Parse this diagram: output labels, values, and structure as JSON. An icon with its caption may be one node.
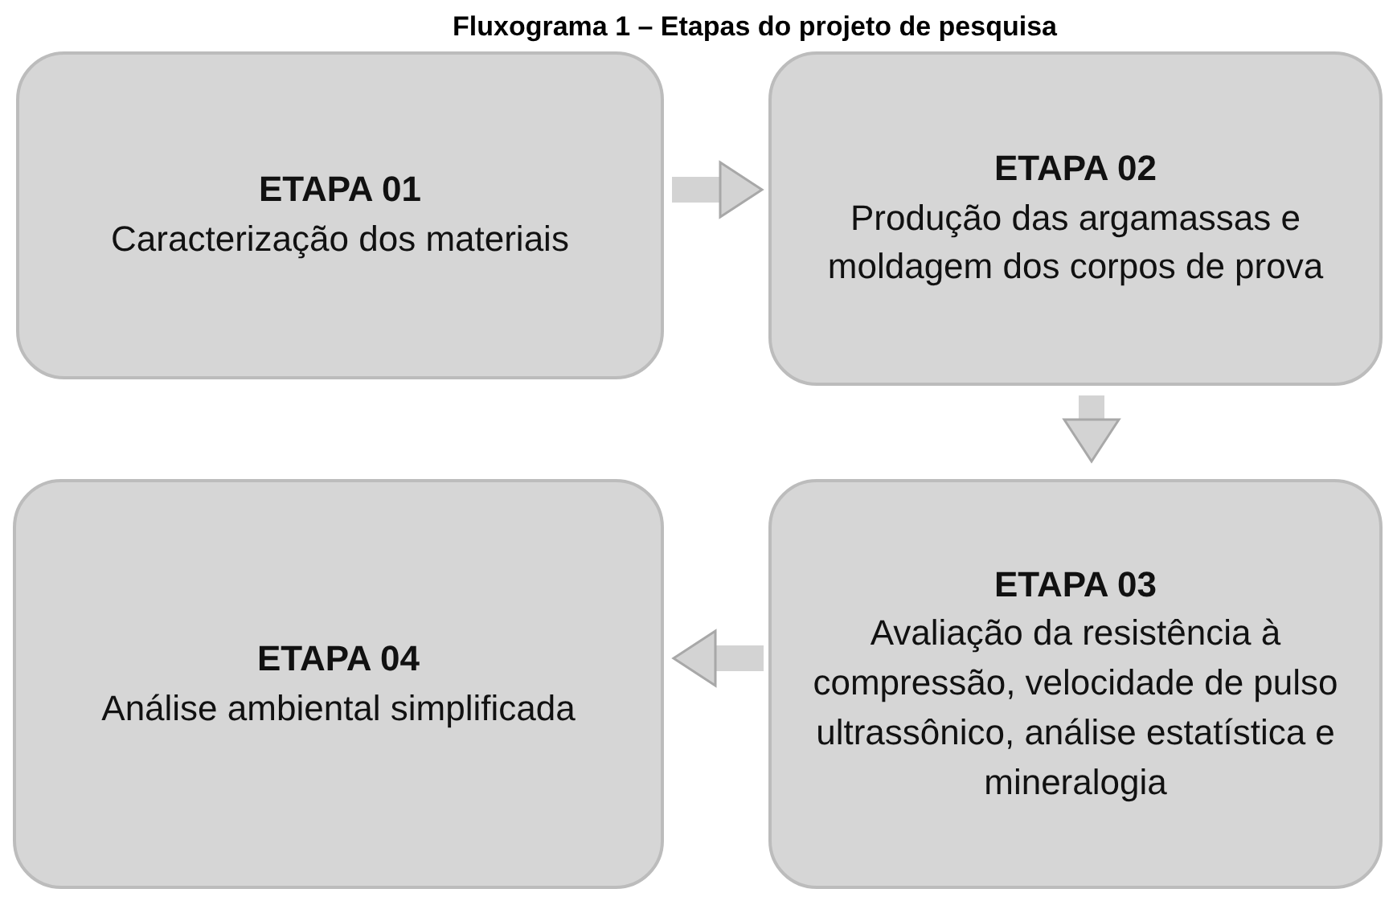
{
  "diagram": {
    "title": "Fluxograma 1 – Etapas do projeto de pesquisa",
    "nodes": [
      {
        "text": [
          "ETAPA 01",
          "Caracterização dos materiais"
        ]
      },
      {
        "text": [
          "ETAPA 02",
          "Produção das argamassas e moldagem dos corpos de prova"
        ]
      },
      {
        "text": [
          "ETAPA 03",
          "Avaliação da resistência à compressão, velocidade de pulso ultrassônico, análise estatística e mineralogia"
        ]
      },
      {
        "text": [
          "ETAPA 04",
          "Análise ambiental simplificada"
        ]
      }
    ],
    "edges": [
      {
        "from": 0,
        "to": 1,
        "arrow": "to"
      },
      {
        "from": 1,
        "to": 2,
        "arrow": "to"
      },
      {
        "from": 2,
        "to": 3,
        "arrow": "to"
      }
    ]
  }
}
